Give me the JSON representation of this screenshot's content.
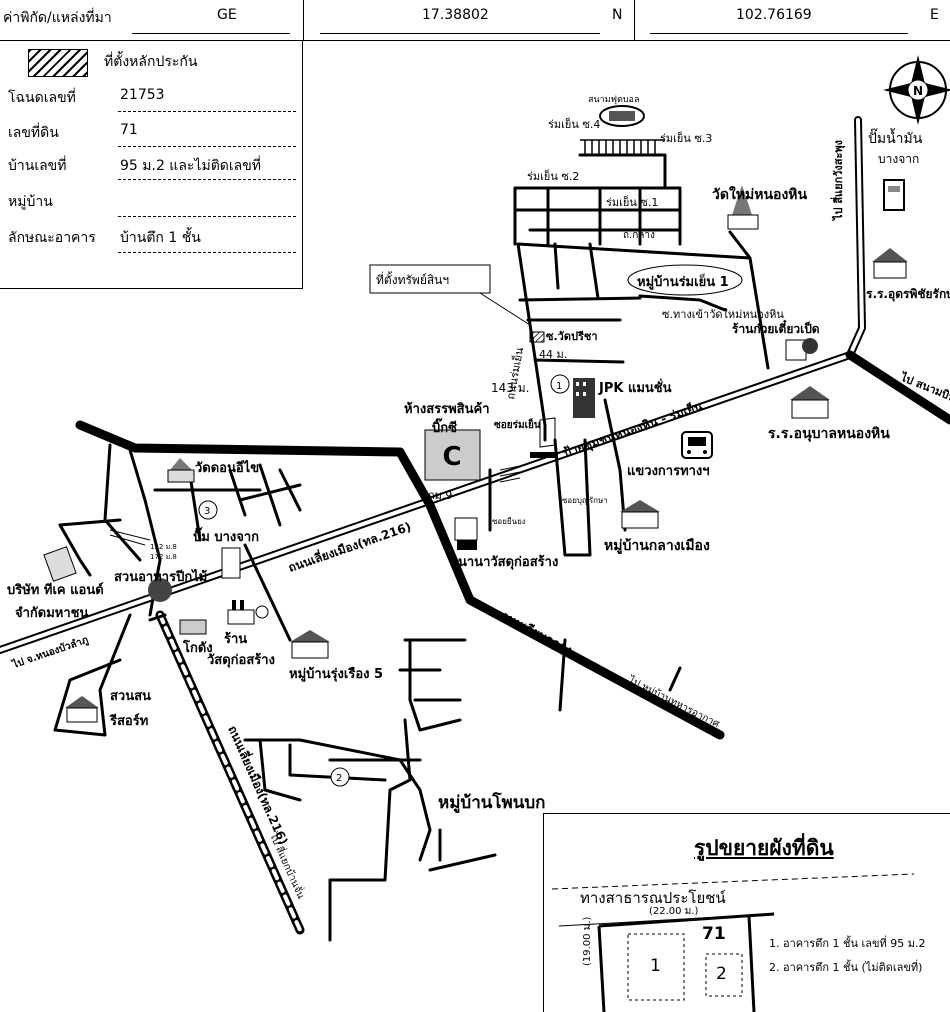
{
  "header": {
    "coord_label": "ค่าพิกัด/แหล่งที่มา",
    "source": "GE",
    "lat": "17.38802",
    "lat_dir": "N",
    "lon": "102.76169",
    "lon_dir": "E"
  },
  "legend": {
    "marker_label": "ที่ตั้งหลักประกัน",
    "rows": [
      {
        "label": "โฉนดเลขที่",
        "value": "21753"
      },
      {
        "label": "เลขที่ดิน",
        "value": "71"
      },
      {
        "label": "บ้านเลขที่",
        "value": "95 ม.2 และไม่ติดเลขที่"
      },
      {
        "label": "หมู่บ้าน",
        "value": ""
      },
      {
        "label": "ลักษณะอาคาร",
        "value": "บ้านตึก 1 ชั้น"
      }
    ]
  },
  "map": {
    "north": "N",
    "labels": {
      "stadium": "สนามฟุตบอล",
      "soi4": "ร่มเย็น ซ.4",
      "soi3": "ร่มเย็น ซ.3",
      "soi2": "ร่มเย็น ซ.2",
      "soi1": "ร่มเย็น ซ.1",
      "klang": "ถ.กลาง",
      "temple_nonghin": "วัดใหม่หนองหิน",
      "gas_station": "ปั๊มน้ำมัน",
      "gas_station2": "บางจาก",
      "school_udom": "ร.ร.อุดรพิชัยรักษ์",
      "to_wang_saphung": "ไป สี่แยกวังสะพุง",
      "to_sanambin": "ไป สนามบิน",
      "village_romyen": "หมู่บ้านร่มเย็น 1",
      "soi_temple": "ซ.ทางเข้าวัดใหม่หนองหิน",
      "noodle_shop": "ร้านก๋วยเตี๋ยวเป็ด",
      "property_location": "ที่ตั้งทรัพย์สินฯ",
      "soi_wat": "ซ.วัดปรีชา",
      "dist44": "44 ม.",
      "dist143": "143 ม.",
      "jpk": "JPK แมนชั่น",
      "romyen_road": "ถนนร่มเย็น",
      "mall1": "ห้างสรรพสินค้า",
      "mall2": "บิ๊กซี",
      "soi_romyen": "ซอยร่มเย็น",
      "sign_nonghin": "ป้ายชุมชนหนองหิน - ร่มเย็น",
      "school_anuban": "ร.ร.อนุบาลหนองหิน",
      "highway_office": "แขวงการทางฯ",
      "km9": "กม.9",
      "soi_boonrak": "ซอยบุญรักษา",
      "soi_kham": "ซอยยืนยง",
      "village_klang": "หมู่บ้านกลางเมือง",
      "temple_donithai": "วัดดอนอีไข",
      "pump_bangchak": "ปั๊ม บางจาก",
      "road216": "ถนนเลี่ยงเมือง(ทล.216)",
      "na_wasadu": "นานาวัสดุก่อสร้าง",
      "village_sign": "152 ม.8",
      "village_sign2": "172 ม.8",
      "company": "บริษัท ทีเค แอนด์",
      "company2": "จำกัดมหาชน",
      "restaurant": "สวนอาหารปีกไม้",
      "warehouse": "โกดัง",
      "shop": "ร้าน",
      "shop2": "วัสดุก่อสร้าง",
      "village_rung": "หมู่บ้านรุ่งเรือง 5",
      "to_nongkhai": "ไป จ.หนองบัวลำภู",
      "khlong_road": "ถนนเลียบคลอง",
      "to_air_village": "ไป หมู่บ้านทหารอากาศ",
      "resort": "สวนสน",
      "resort2": "รีสอร์ท",
      "road216b": "ถนนเลี่ยงเมือง(ทล.216)",
      "to_sam_yaek": "ไป สี่แยกบ้านจั่น",
      "village_phonbok": "หมู่บ้านโพนบก",
      "circle1": "1",
      "circle2": "2",
      "circle3": "3"
    }
  },
  "inset": {
    "title": "รูปขยายผังที่ดิน",
    "road": "ทางสาธารณประโยชน์",
    "road_width": "(22.00 ม.)",
    "side_width": "(19.00 ม.)",
    "parcel": "71",
    "bldg1": "1",
    "bldg2": "2",
    "notes": [
      "1. อาคารตึก 1 ชั้น เลขที่ 95 ม.2",
      "2. อาคารตึก 1 ชั้น (ไม่ติดเลขที่)"
    ]
  }
}
